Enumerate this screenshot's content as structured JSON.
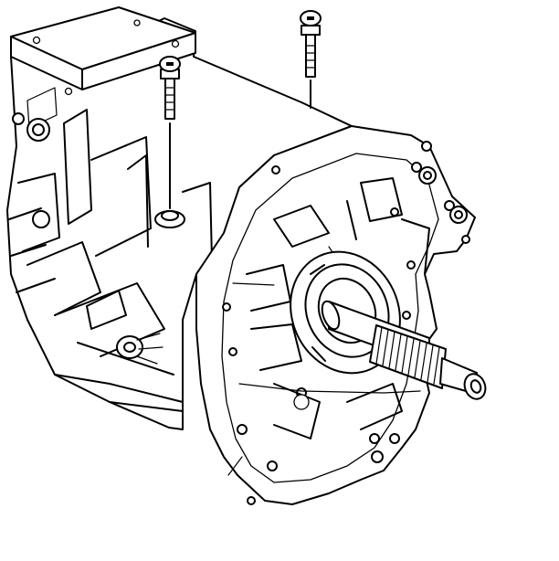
{
  "figure": {
    "colors": {
      "line": "#000000",
      "background": "#ffffff"
    },
    "parts": [
      {
        "name": "transmission-case"
      },
      {
        "name": "top-cover"
      },
      {
        "name": "bellhousing-flange"
      },
      {
        "name": "input-shaft"
      },
      {
        "name": "bearing-retainer"
      },
      {
        "name": "bolt"
      },
      {
        "name": "bolt"
      }
    ]
  }
}
